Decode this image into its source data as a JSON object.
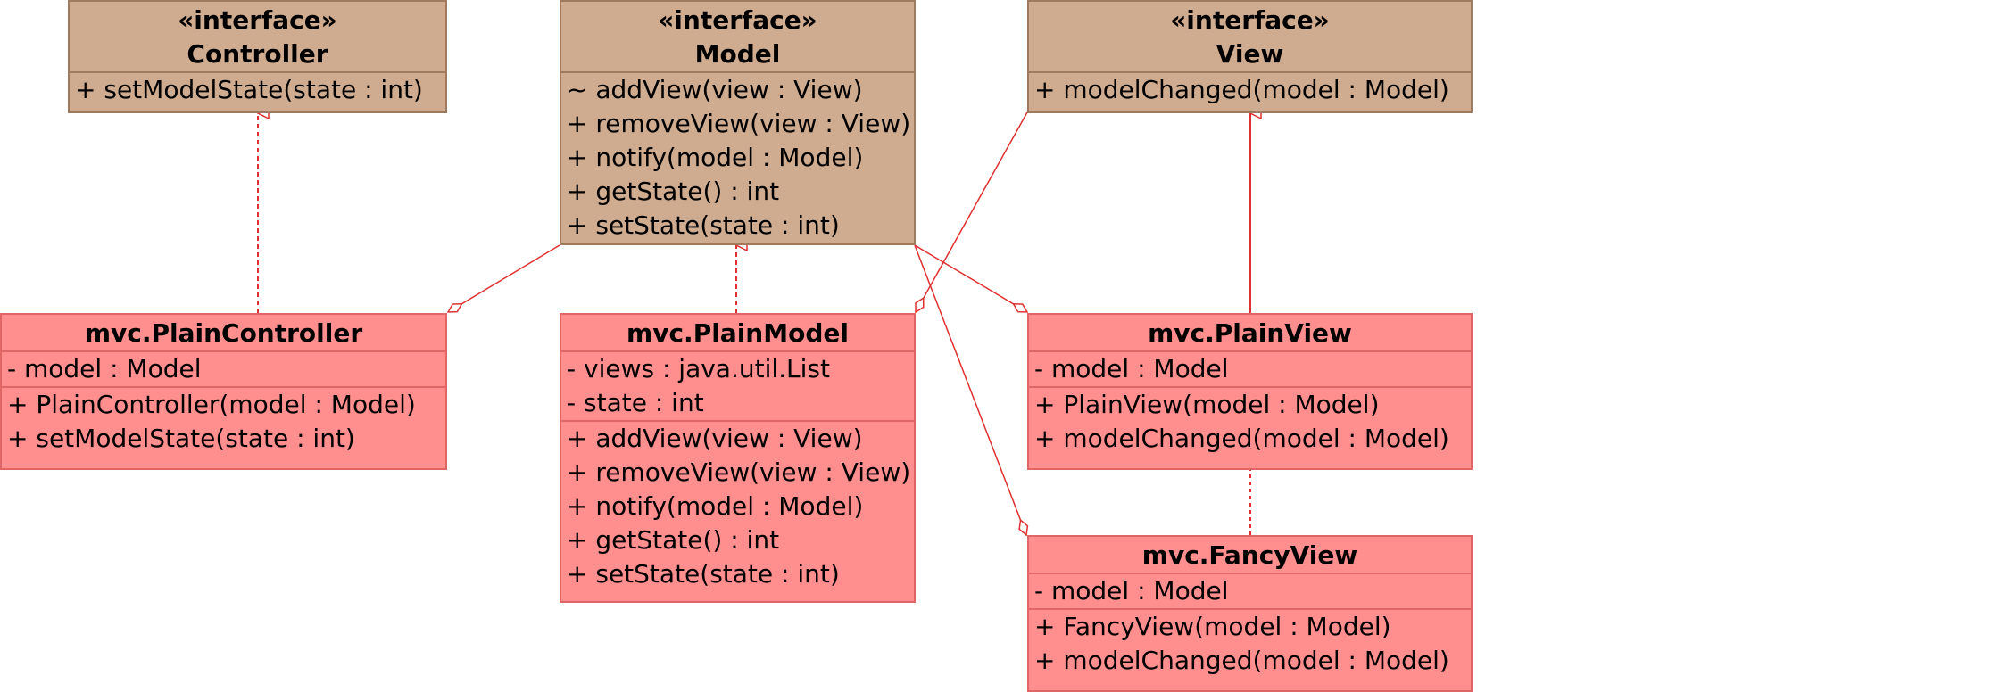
{
  "classes": {
    "controller": {
      "stereotype": "«interface»",
      "name": "Controller",
      "operations": [
        "+ setModelState(state : int)"
      ]
    },
    "model": {
      "stereotype": "«interface»",
      "name": "Model",
      "operations": [
        "~ addView(view : View)",
        "+ removeView(view : View)",
        "+ notify(model : Model)",
        "+ getState() : int",
        "+ setState(state : int)"
      ]
    },
    "view": {
      "stereotype": "«interface»",
      "name": "View",
      "operations": [
        "+ modelChanged(model : Model)"
      ]
    },
    "plain_controller": {
      "name": "mvc.PlainController",
      "attributes": [
        "- model : Model"
      ],
      "operations": [
        "+ PlainController(model : Model)",
        "+ setModelState(state : int)"
      ]
    },
    "plain_model": {
      "name": "mvc.PlainModel",
      "attributes": [
        "- views : java.util.List",
        "- state : int"
      ],
      "operations": [
        "+ addView(view : View)",
        "+ removeView(view : View)",
        "+ notify(model : Model)",
        "+ getState() : int",
        "+ setState(state : int)"
      ]
    },
    "plain_view": {
      "name": "mvc.PlainView",
      "attributes": [
        "- model : Model"
      ],
      "operations": [
        "+ PlainView(model : Model)",
        "+ modelChanged(model : Model)"
      ]
    },
    "fancy_view": {
      "name": "mvc.FancyView",
      "attributes": [
        "- model : Model"
      ],
      "operations": [
        "+ FancyView(model : Model)",
        "+ modelChanged(model : Model)"
      ]
    }
  },
  "colors": {
    "interface_fill": "#cfab8f",
    "interface_border": "#9e7a5f",
    "class_fill": "#ff8f8f",
    "class_border": "#e06666",
    "connector": "#e03030"
  }
}
